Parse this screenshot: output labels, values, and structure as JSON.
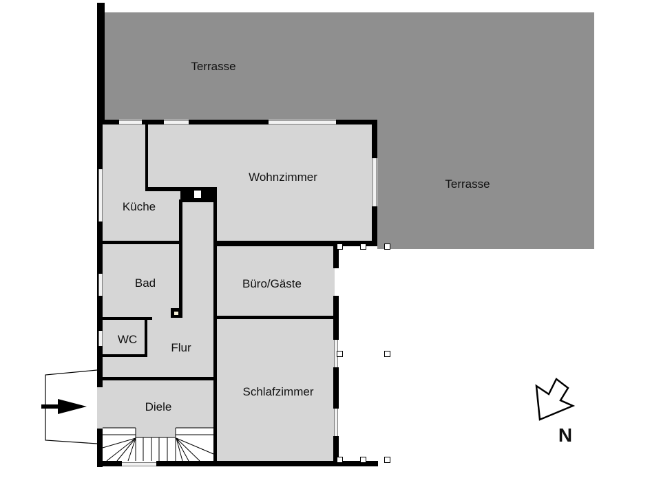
{
  "floor_plan": {
    "rooms": [
      {
        "id": "terrasse-top",
        "label": "Terrasse"
      },
      {
        "id": "terrasse-right",
        "label": "Terrasse"
      },
      {
        "id": "wohnzimmer",
        "label": "Wohnzimmer"
      },
      {
        "id": "kueche",
        "label": "Küche"
      },
      {
        "id": "bad",
        "label": "Bad"
      },
      {
        "id": "wc",
        "label": "WC"
      },
      {
        "id": "flur",
        "label": "Flur"
      },
      {
        "id": "buero",
        "label": "Büro/Gäste"
      },
      {
        "id": "schlafzimmer",
        "label": "Schlafzimmer"
      },
      {
        "id": "diele",
        "label": "Diele"
      }
    ],
    "compass": {
      "label": "N"
    },
    "entrance": {
      "symbol": "arrow-right"
    },
    "colors": {
      "terrace": "#8f8f8f",
      "room": "#d6d6d6",
      "wall": "#000000",
      "background": "#ffffff"
    }
  }
}
